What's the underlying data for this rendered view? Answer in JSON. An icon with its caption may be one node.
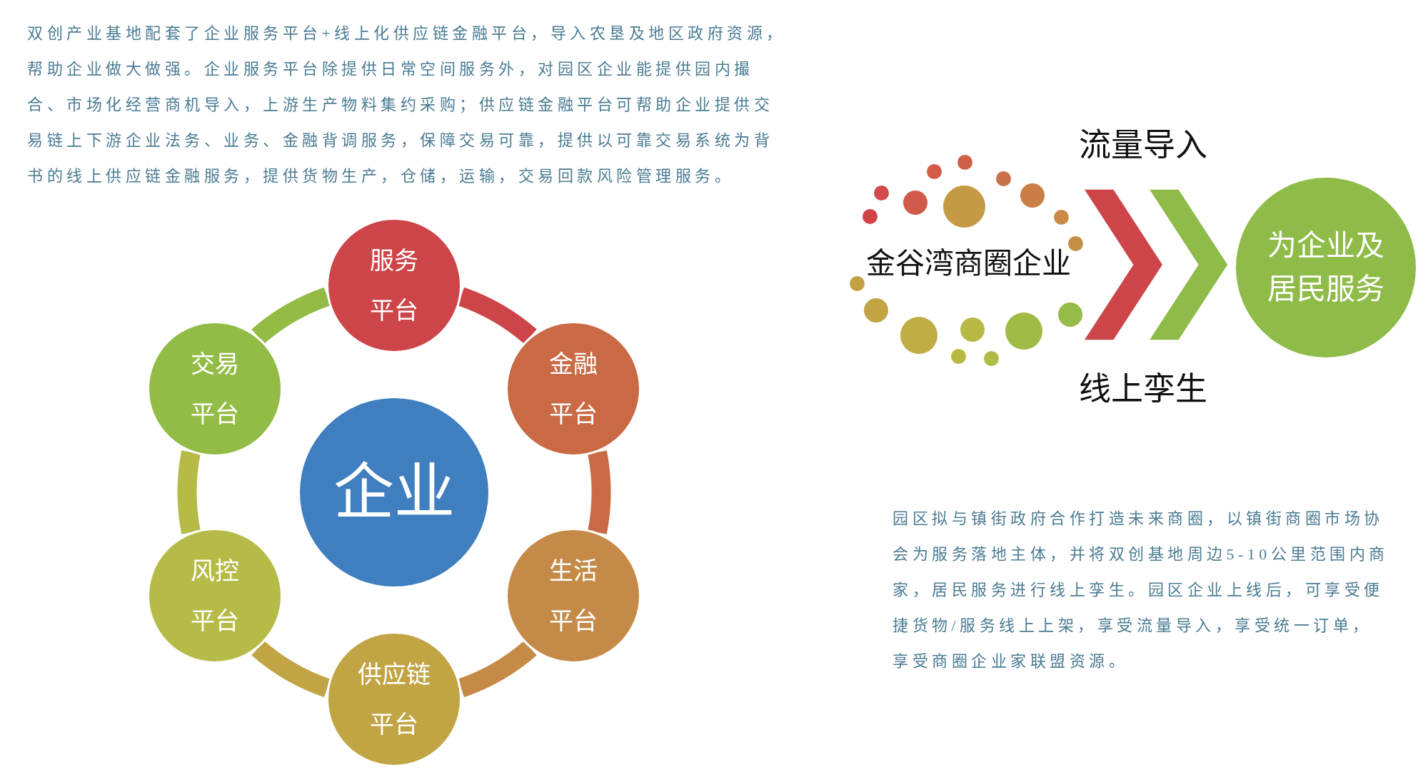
{
  "diagram": {
    "nodes": [
      {
        "text": [
          "服务平台"
        ]
      },
      {
        "text": [
          "交易平台"
        ]
      },
      {
        "text": [
          "金融平台"
        ]
      },
      {
        "text": [
          "企业"
        ]
      },
      {
        "text": [
          "风控平台"
        ]
      },
      {
        "text": [
          "生活平台"
        ]
      },
      {
        "text": [
          "供应链平台"
        ]
      },
      {
        "text": [
          "金谷湾商圈企业"
        ]
      },
      {
        "text": [
          "为企业及居民服务"
        ]
      }
    ],
    "edges": [
      {
        "from": 0,
        "to": 2,
        "arrow": "none",
        "color": "#cd4549"
      },
      {
        "from": 2,
        "to": 5,
        "arrow": "none",
        "color": "#c96a45"
      },
      {
        "from": 5,
        "to": 6,
        "arrow": "none",
        "color": "#c68a47"
      },
      {
        "from": 6,
        "to": 4,
        "arrow": "none",
        "color": "#c1a444"
      },
      {
        "from": 4,
        "to": 1,
        "arrow": "none",
        "color": "#b5bb45"
      },
      {
        "from": 1,
        "to": 0,
        "arrow": "none",
        "color": "#93bb46"
      },
      {
        "from": 7,
        "to": 8,
        "arrow": "to",
        "color": "#cd4549"
      },
      {
        "from": 7,
        "to": 8,
        "arrow": "to",
        "color": "#8fbb48"
      }
    ],
    "labels": [
      "双创产业基地配套了企业服务平台+线上化供应链金融平台，导入农垦及地区政府资源，帮助企业做大做强。企业服务平台除提供日常空间服务外，对园区企业能提供园内撮合、市场化经营商机导入，上游生产物料集约采购；供应链金融平台可帮助企业提供交易链上下游企业法务、业务、金融背调服务，保障交易可靠，提供以可靠交易系统为背书的线上供应链金融服务，提供货物生产，仓储，运输，交易回款风险管理服务。",
      "流量导入",
      "线上孪生",
      "园区拟与镇街政府合作打造未来商圈，以镇街商圈市场协会为服务落地主体，并将双创基地周边5-10公里范围内商家，居民服务进行线上孪生。园区企业上线后，可享受便捷货物/服务线上上架，享受流量导入，享受统一订单，享受商圈企业家联盟资源。"
    ]
  }
}
